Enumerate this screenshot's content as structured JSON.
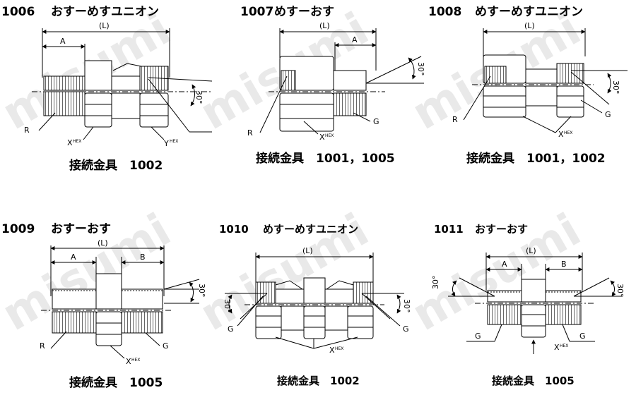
{
  "panels": [
    {
      "number": "1006",
      "name": "おすーめすユニオン",
      "caption": "接続金具　1002",
      "dims": [
        "(L)",
        "A"
      ],
      "callouts": [
        "R",
        "X",
        "HEX",
        "Y",
        "HEX"
      ],
      "angle": "30°"
    },
    {
      "number": "1007",
      "name": "めすーおす",
      "caption": "接続金具　1001，1005",
      "dims": [
        "(L)",
        "A"
      ],
      "callouts": [
        "R",
        "X",
        "HEX",
        "G"
      ],
      "angle": "30°"
    },
    {
      "number": "1008",
      "name": "めすーめすユニオン",
      "caption": "接続金具　1001，1002",
      "dims": [
        "(L)"
      ],
      "callouts": [
        "R",
        "X",
        "HEX",
        "G"
      ],
      "angle": "30°"
    },
    {
      "number": "1009",
      "name": "おすーおす",
      "caption": "接続金具　1005",
      "dims": [
        "(L)",
        "A",
        "B"
      ],
      "callouts": [
        "R",
        "X",
        "HEX",
        "G"
      ],
      "angle": "30°"
    },
    {
      "number": "1010",
      "name": "めすーめすユニオン",
      "caption": "接続金具　1002",
      "dims": [
        "(L)"
      ],
      "callouts": [
        "G",
        "X",
        "HEX",
        "G"
      ],
      "angle": "30°"
    },
    {
      "number": "1011",
      "name": "おすーおす",
      "caption": "接続金具　1005",
      "dims": [
        "(L)",
        "A",
        "B"
      ],
      "callouts": [
        "G",
        "X",
        "HEX",
        "G"
      ],
      "angle": "30°"
    }
  ],
  "watermark": "misumi"
}
